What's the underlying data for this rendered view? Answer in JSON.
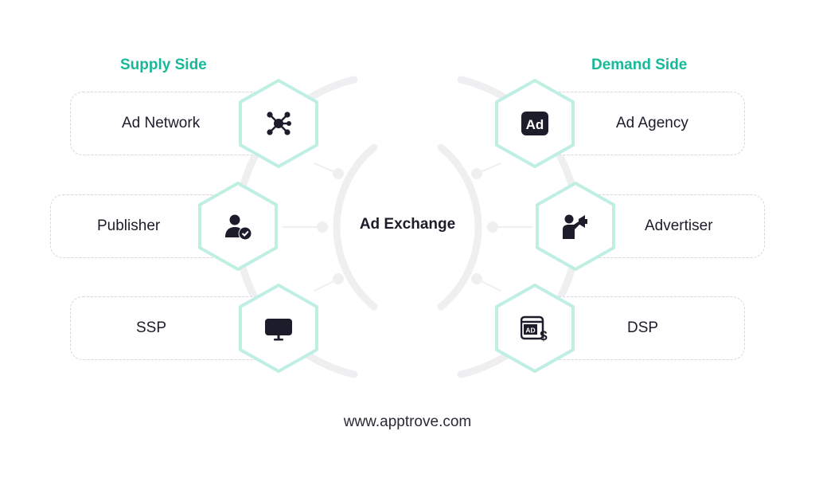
{
  "supply": {
    "heading": "Supply Side",
    "items": [
      {
        "label": "Ad Network",
        "icon": "network-icon"
      },
      {
        "label": "Publisher",
        "icon": "verified-user-icon"
      },
      {
        "label": "SSP",
        "icon": "monitor-icon"
      }
    ]
  },
  "demand": {
    "heading": "Demand Side",
    "items": [
      {
        "label": "Ad Agency",
        "icon": "ad-badge-icon"
      },
      {
        "label": "Advertiser",
        "icon": "megaphone-person-icon"
      },
      {
        "label": "DSP",
        "icon": "ad-dollar-icon"
      }
    ]
  },
  "center": {
    "label": "Ad Exchange"
  },
  "footer": {
    "url": "www.apptrove.com"
  },
  "colors": {
    "accent": "#18b99a",
    "hex_stroke": "#bfeee2",
    "icon": "#1c1c2a"
  }
}
